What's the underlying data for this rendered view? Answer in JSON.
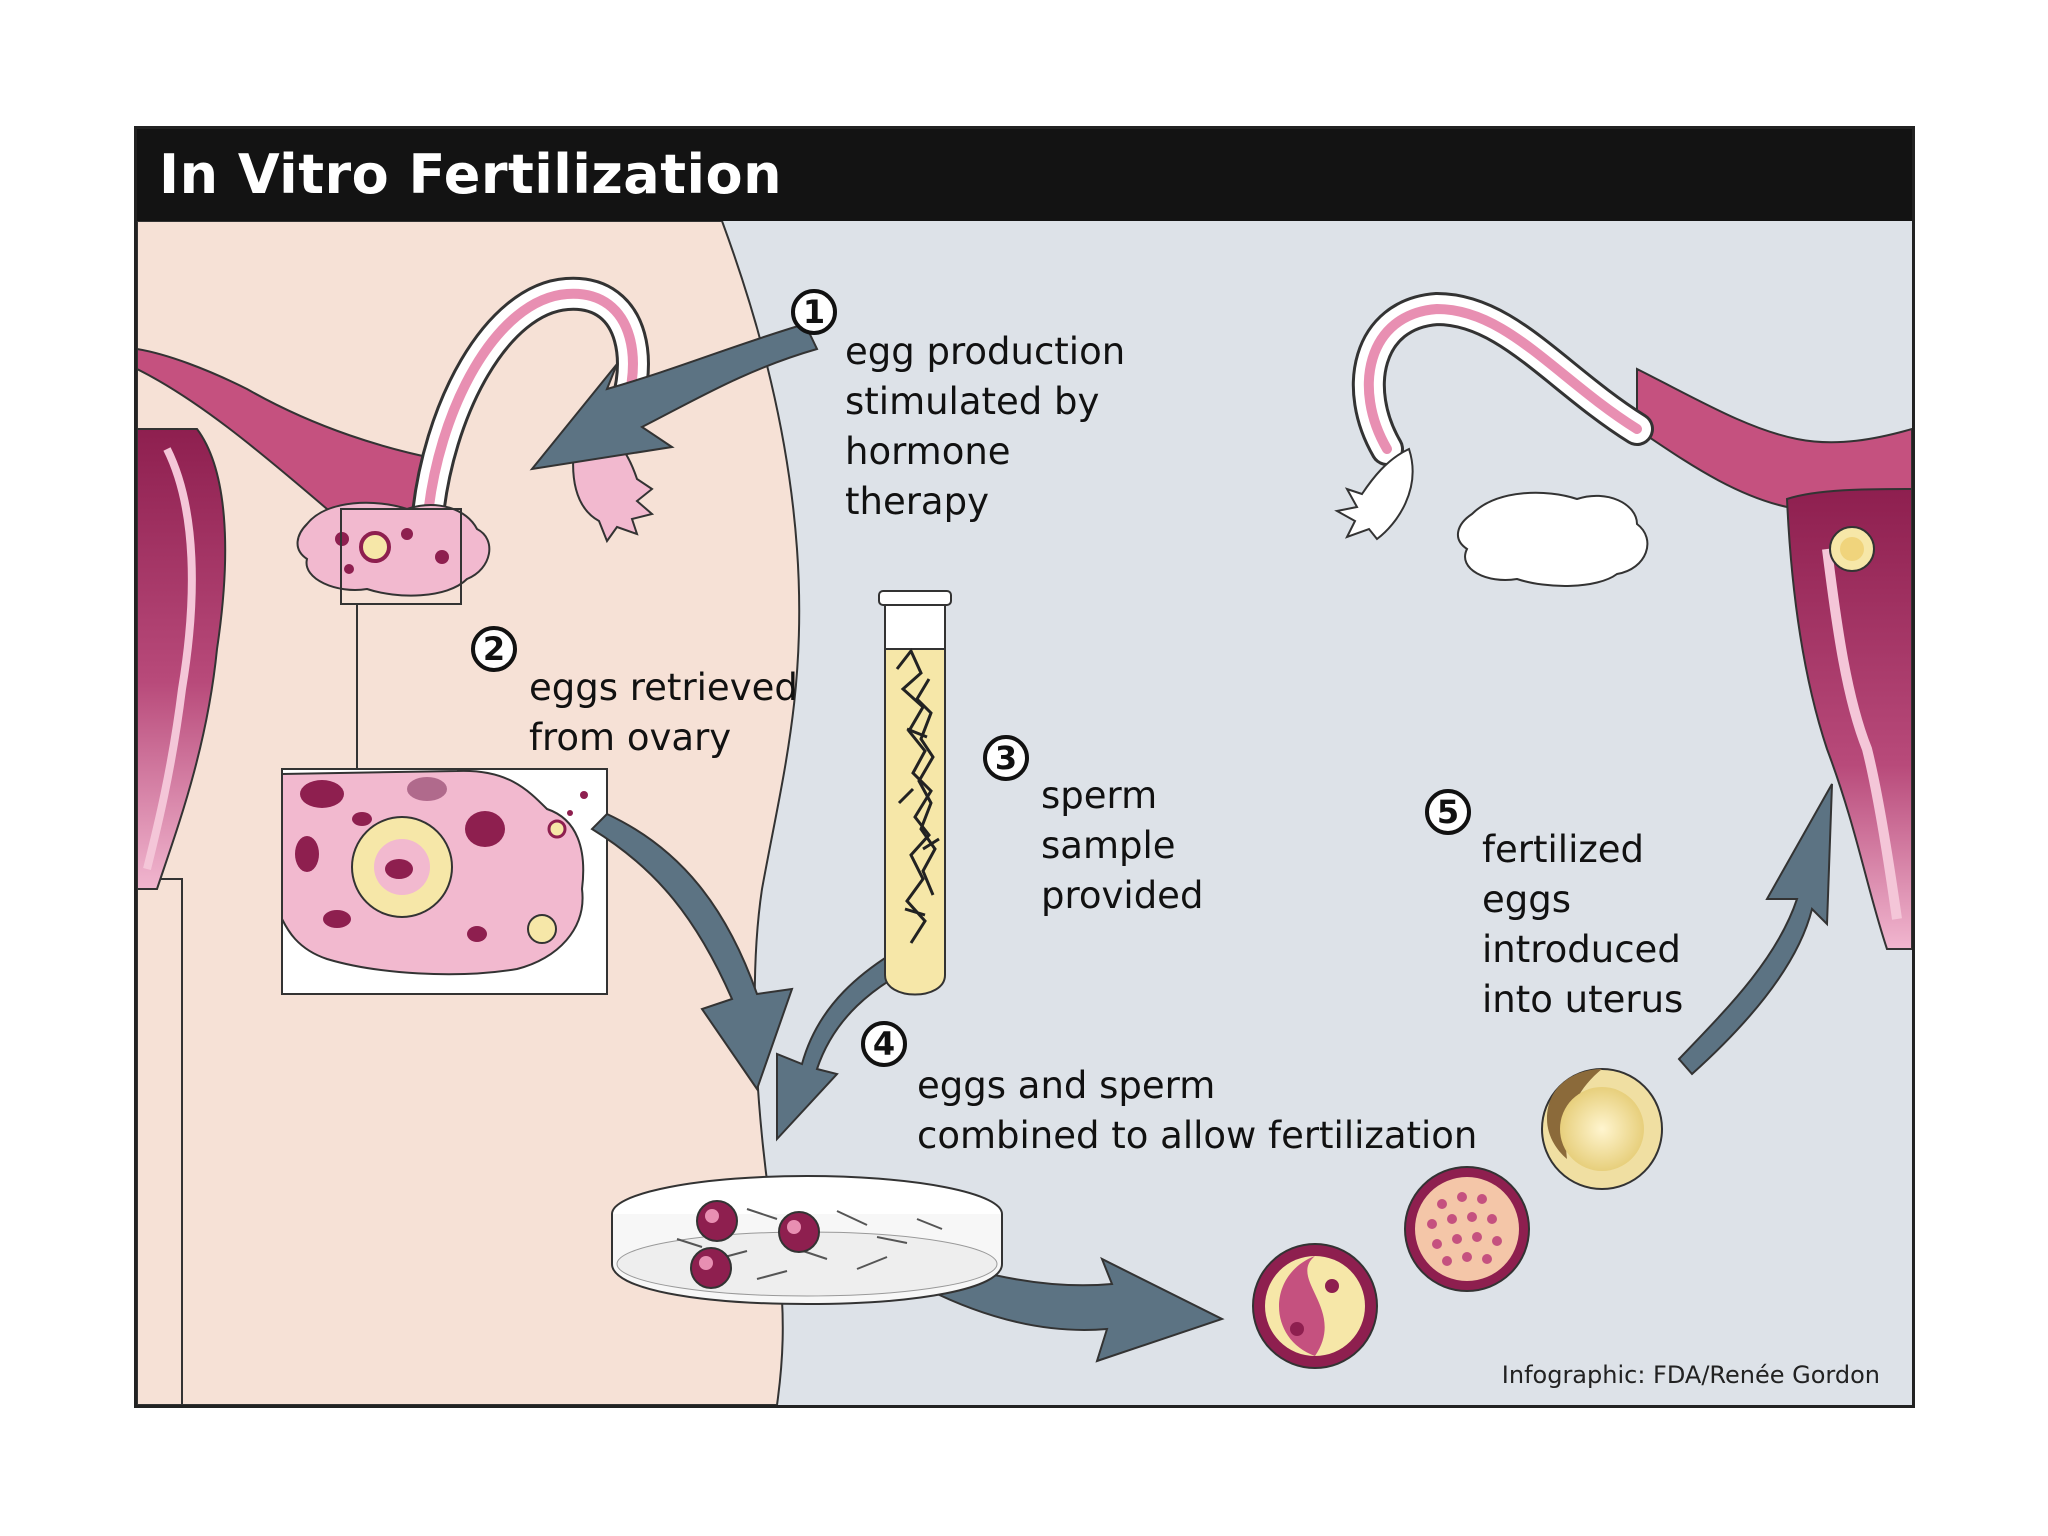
{
  "title": "In Vitro Fertilization",
  "colors": {
    "body_skin": "#f6e1d6",
    "background": "#dde2e8",
    "title_bar": "#131313",
    "uterus_dark": "#8e1f4f",
    "uterus_pink": "#e88fb2",
    "tissue_light": "#f4bfd6",
    "arrow": "#5c7383",
    "egg_yellow": "#f6e7a8"
  },
  "steps": [
    {
      "number": "1",
      "lines": [
        "egg production",
        "stimulated by",
        "hormone",
        "therapy"
      ]
    },
    {
      "number": "2",
      "lines": [
        "eggs retrieved",
        "from ovary"
      ]
    },
    {
      "number": "3",
      "lines": [
        "sperm",
        "sample",
        "provided"
      ]
    },
    {
      "number": "4",
      "lines": [
        "eggs and sperm",
        "combined to allow fertilization"
      ]
    },
    {
      "number": "5",
      "lines": [
        "fertilized",
        "eggs",
        "introduced",
        "into uterus"
      ]
    }
  ],
  "credit": "Infographic: FDA/Renée Gordon",
  "icons": [
    "uterus-left",
    "uterus-right",
    "ovary",
    "ovary-zoom",
    "test-tube",
    "petri-dish",
    "arrow",
    "embryo-cell"
  ]
}
